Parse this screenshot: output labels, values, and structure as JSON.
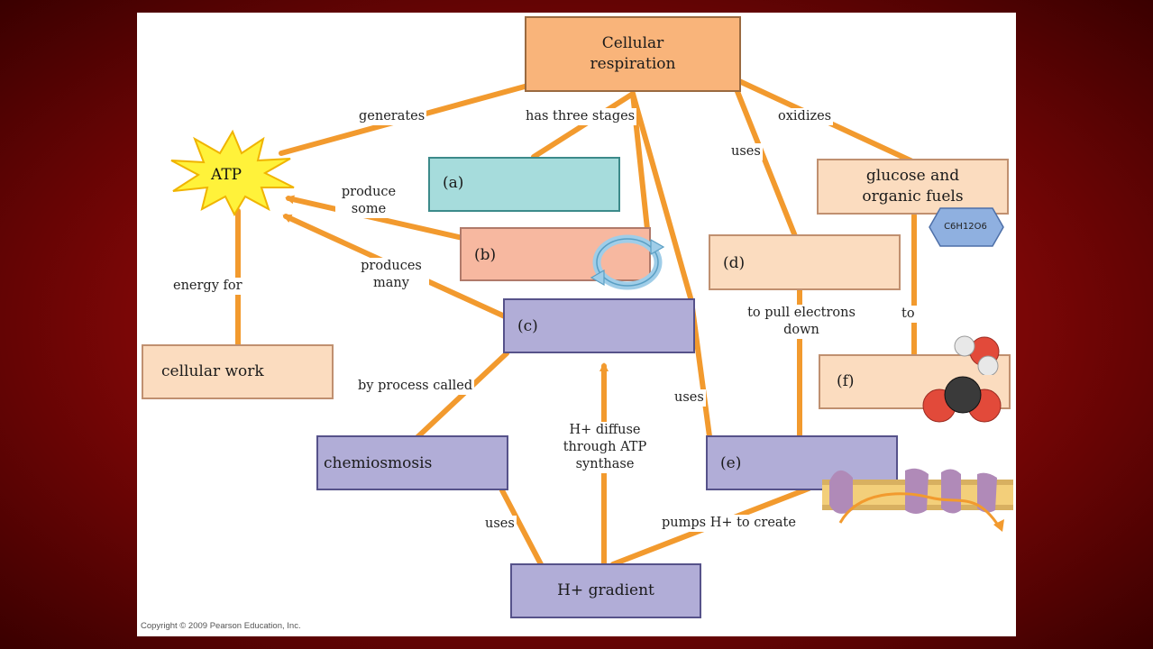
{
  "diagram": {
    "nodes": {
      "cellular_respiration": "Cellular respiration",
      "atp": "ATP",
      "stage_a": "(a)",
      "stage_b": "(b)",
      "stage_c": "(c)",
      "component_d": "(d)",
      "component_e": "(e)",
      "product_f": "(f)",
      "glucose": "glucose and organic fuels",
      "glucose_formula": "C6H12O6",
      "cellular_work": "cellular work",
      "chemiosmosis": "chemiosmosis",
      "h_gradient": "H+ gradient"
    },
    "links": {
      "generates": "generates",
      "has_three_stages": "has three stages",
      "oxidizes": "oxidizes",
      "uses_d": "uses",
      "produce_some": "produce some",
      "produces_many": "produces many",
      "energy_for": "energy for",
      "to_pull_electrons_down": "to pull electrons down",
      "to": "to",
      "by_process_called": "by process called",
      "uses_e": "uses",
      "h_diffuse": "H+ diffuse through ATP synthase",
      "uses_gradient": "uses",
      "pumps_h": "pumps H+ to create"
    },
    "colors": {
      "connector": "#f29a2e",
      "starburst": "#fff23a",
      "purple_box": "#b1add7",
      "peach_box": "#fbdcbf",
      "cyan_box": "#a6dcdc",
      "salmon_box": "#f7b8a0",
      "title_box": "#f9b47a"
    }
  },
  "footer": {
    "copyright": "Copyright © 2009 Pearson Education, Inc."
  }
}
